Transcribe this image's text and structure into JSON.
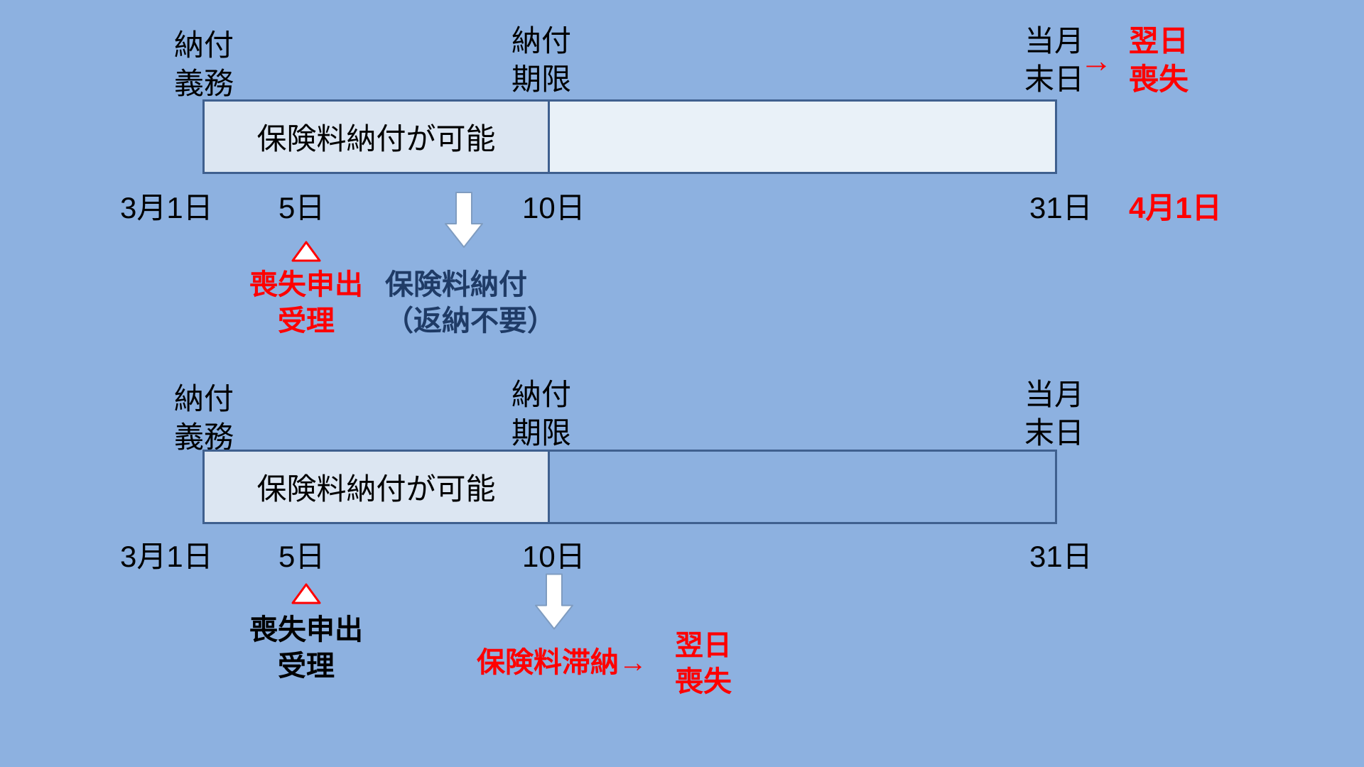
{
  "colors": {
    "background": "#8db1e0",
    "bar-fill-left": "#dce6f2",
    "bar-fill-right": "#e9f1f8",
    "bar-border": "#3f608f",
    "arrow-fill": "#ffffff",
    "arrow-border": "#7f9cc0",
    "red": "#ff0000",
    "navy": "#1f3b66",
    "black": "#000000"
  },
  "top_timeline": {
    "labels": {
      "obligation": "納付\n義務",
      "deadline": "納付\n期限",
      "month_end": "当月\n末日",
      "arrow": "→",
      "next_day_loss": "翌日\n喪失"
    },
    "bar": {
      "left_segment_text": "保険料納付が可能"
    },
    "dates": [
      "3月1日",
      "5日",
      "10日",
      "31日"
    ],
    "loss_date": "4月1日",
    "annotations": {
      "loss_application": "喪失申出\n受理",
      "payment_note": "保険料納付\n（返納不要）"
    }
  },
  "bottom_timeline": {
    "labels": {
      "obligation": "納付\n義務",
      "deadline": "納付\n期限",
      "month_end": "当月\n末日"
    },
    "bar": {
      "left_segment_text": "保険料納付が可能"
    },
    "dates": [
      "3月1日",
      "5日",
      "10日",
      "31日"
    ],
    "annotations": {
      "loss_application": "喪失申出\n受理",
      "delinquency": "保険料滞納→",
      "next_day_loss": "翌日\n喪失"
    }
  }
}
